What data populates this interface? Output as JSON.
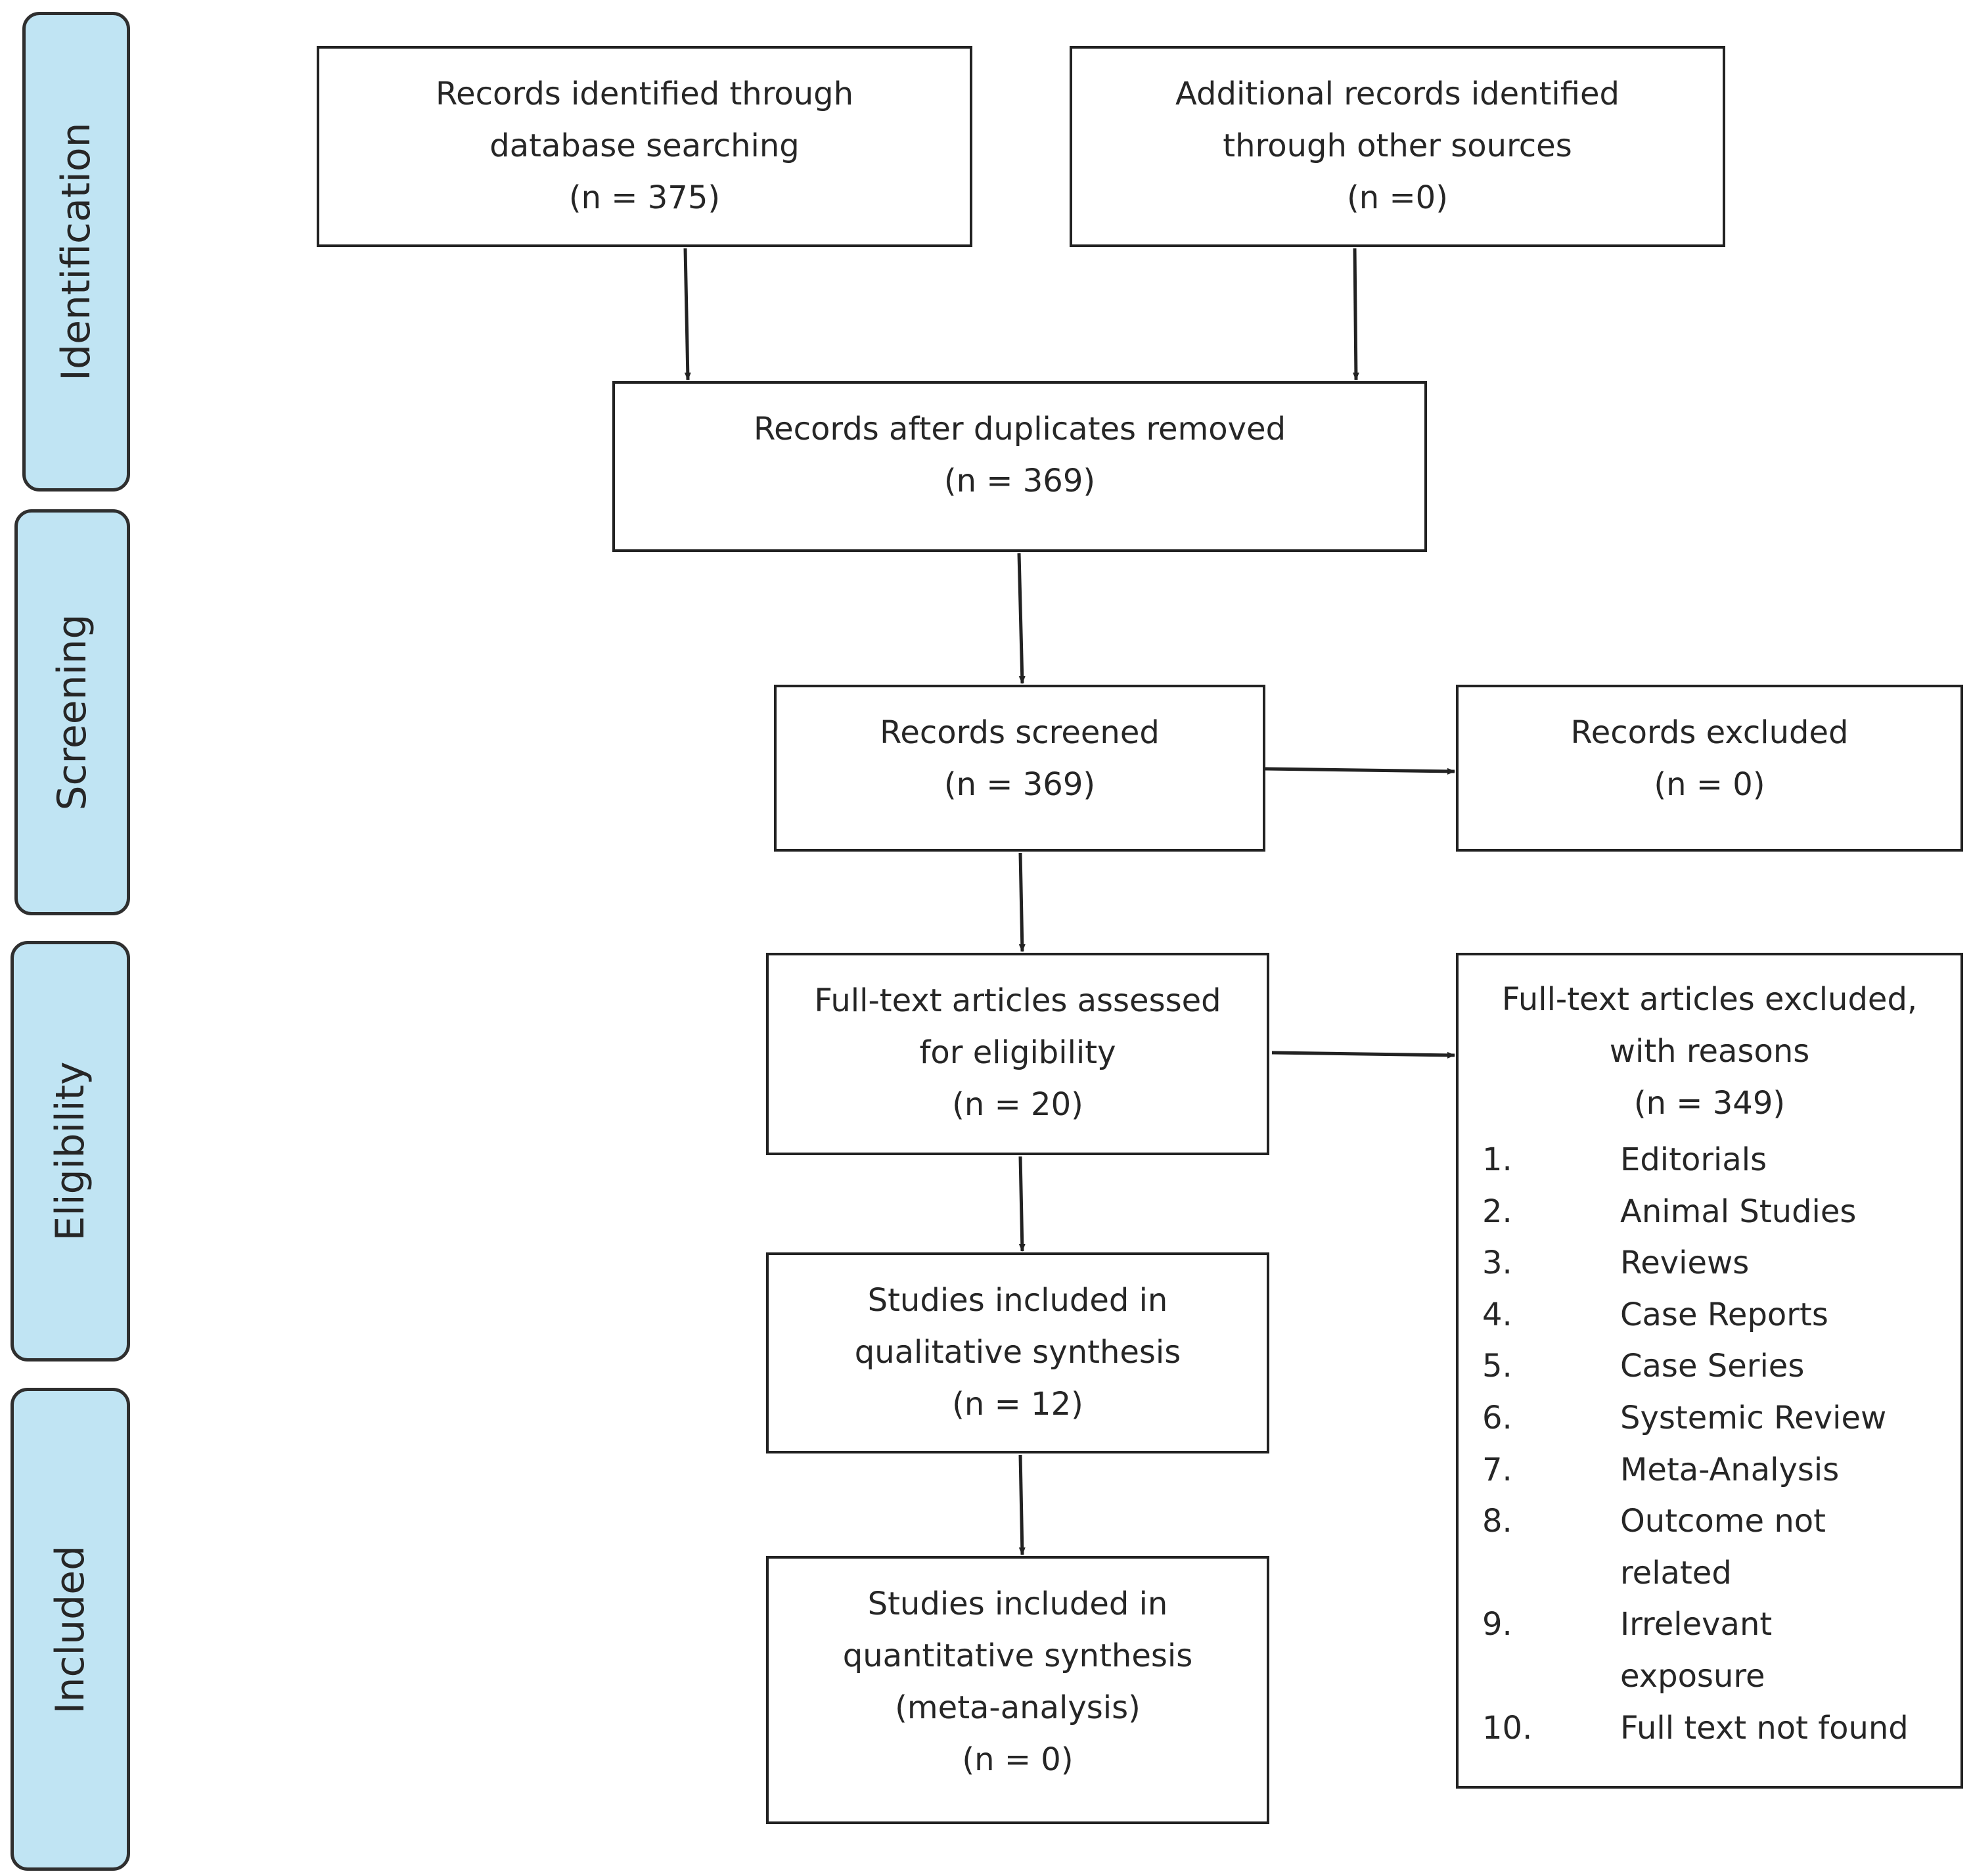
{
  "stages": [
    {
      "id": "identification",
      "label": "Identification"
    },
    {
      "id": "screening",
      "label": "Screening"
    },
    {
      "id": "eligibility",
      "label": "Eligibility"
    },
    {
      "id": "included",
      "label": "Included"
    }
  ],
  "boxes": {
    "database": {
      "lines": [
        "Records identified  through",
        "database searching",
        "(n = 375)"
      ]
    },
    "other_sources": {
      "lines": [
        "Additional  records identified",
        "through other  sources",
        "(n =0)"
      ]
    },
    "after_duplicates": {
      "lines": [
        "Records  after  duplicates   removed",
        "(n = 369)"
      ]
    },
    "screened": {
      "lines": [
        "Records  screened",
        "(n = 369)"
      ]
    },
    "excluded": {
      "lines": [
        "Records  excluded",
        "(n = 0)"
      ]
    },
    "full_text_assessed": {
      "lines": [
        "Full-text  articles  assessed",
        "for  eligibility",
        "(n = 20)"
      ]
    },
    "qualitative": {
      "lines": [
        "Studies  included   in",
        "qualitative  synthesis",
        "(n = 12)"
      ]
    },
    "quantitative": {
      "lines": [
        "Studies  included   in",
        "quantitative  synthesis",
        "(meta-analysis)",
        "(n = 0)"
      ]
    }
  },
  "excluded_with_reasons": {
    "lines": [
      "Full-text  articles  excluded,",
      "with  reasons",
      "(n = 349)"
    ],
    "reasons": [
      {
        "num": "1.",
        "text": "Editorials"
      },
      {
        "num": "2.",
        "text": "Animal  Studies"
      },
      {
        "num": "3.",
        "text": "Reviews"
      },
      {
        "num": "4.",
        "text": "Case  Reports"
      },
      {
        "num": "5.",
        "text": "Case  Series"
      },
      {
        "num": "6.",
        "text": "Systemic  Review"
      },
      {
        "num": "7.",
        "text": "Meta-Analysis"
      },
      {
        "num": "8.",
        "text": "Outcome   not related"
      },
      {
        "num": "9.",
        "text": "Irrelevant exposure"
      },
      {
        "num": "10.",
        "text": "Full  text  not  found"
      }
    ]
  }
}
